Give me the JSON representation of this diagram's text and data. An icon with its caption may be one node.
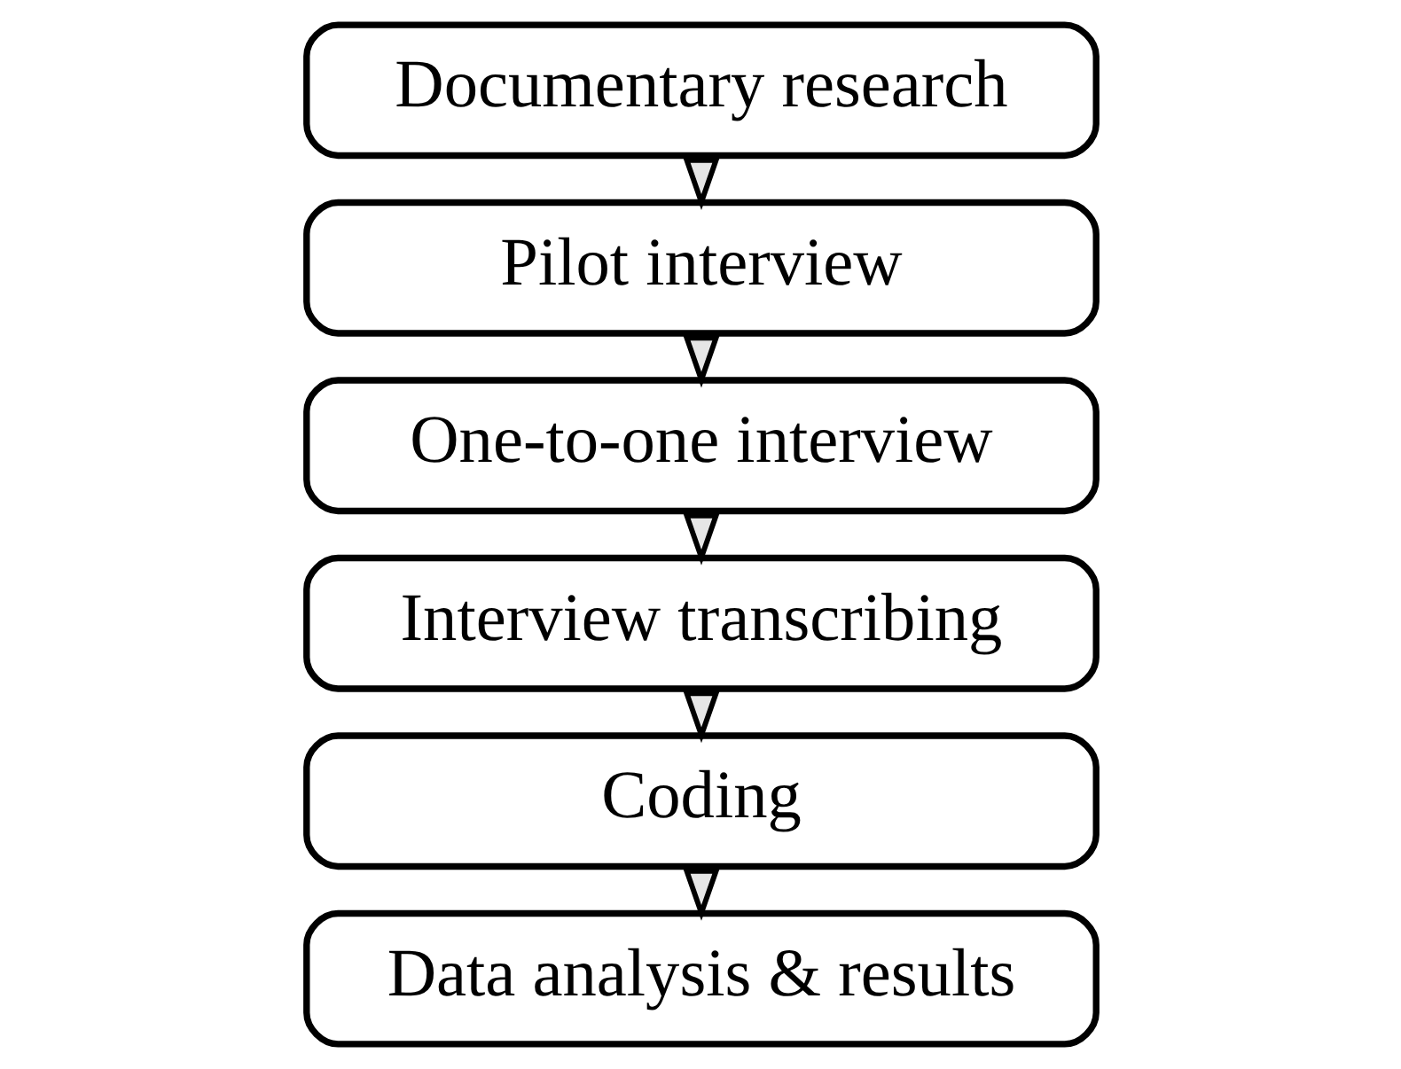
{
  "diagram": {
    "nodes": [
      {
        "text": [
          "Documentary research"
        ]
      },
      {
        "text": [
          "Pilot interview"
        ]
      },
      {
        "text": [
          "One-to-one interview"
        ]
      },
      {
        "text": [
          "Interview transcribing"
        ]
      },
      {
        "text": [
          "Coding"
        ]
      },
      {
        "text": [
          "Data analysis & results"
        ]
      }
    ],
    "edges": [
      {
        "from": 0,
        "to": 1,
        "arrow": "to"
      },
      {
        "from": 1,
        "to": 2,
        "arrow": "to"
      },
      {
        "from": 2,
        "to": 3,
        "arrow": "to"
      },
      {
        "from": 3,
        "to": 4,
        "arrow": "to"
      },
      {
        "from": 4,
        "to": 5,
        "arrow": "to"
      }
    ]
  }
}
